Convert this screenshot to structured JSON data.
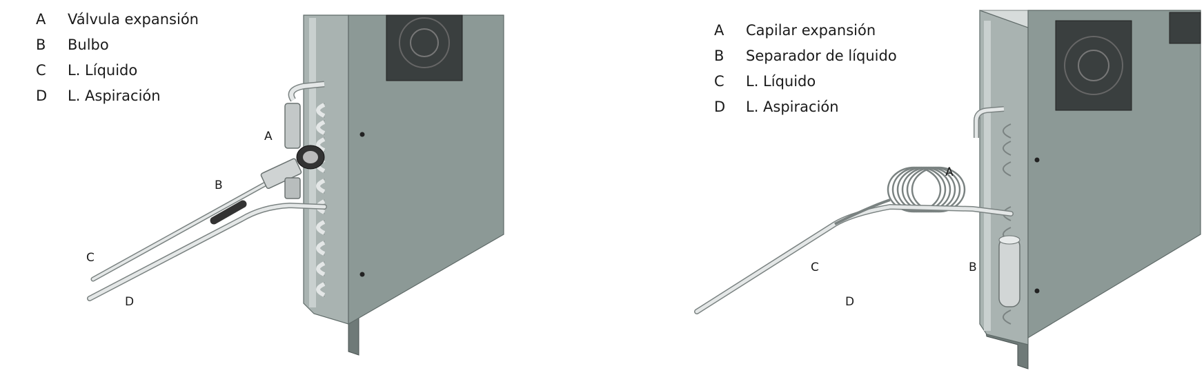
{
  "left": {
    "legend": [
      {
        "key": "A",
        "label": "Válvula expansión"
      },
      {
        "key": "B",
        "label": "Bulbo"
      },
      {
        "key": "C",
        "label": "L. Líquido"
      },
      {
        "key": "D",
        "label": "L. Aspiración"
      }
    ],
    "callouts": {
      "a": "A",
      "b": "B",
      "c": "C",
      "d": "D"
    }
  },
  "right": {
    "legend": [
      {
        "key": "A",
        "label": "Capilar expansión"
      },
      {
        "key": "B",
        "label": "Separador de líquido"
      },
      {
        "key": "C",
        "label": "L. Líquido"
      },
      {
        "key": "D",
        "label": "L. Aspiración"
      }
    ],
    "callouts": {
      "a": "A",
      "b": "B",
      "c": "C",
      "d": "D"
    }
  },
  "colors": {
    "panel_face": "#8c9996",
    "panel_edge": "#5f6a68",
    "pipe": "#e4e7e7",
    "pipe_outline": "#7a8281"
  }
}
